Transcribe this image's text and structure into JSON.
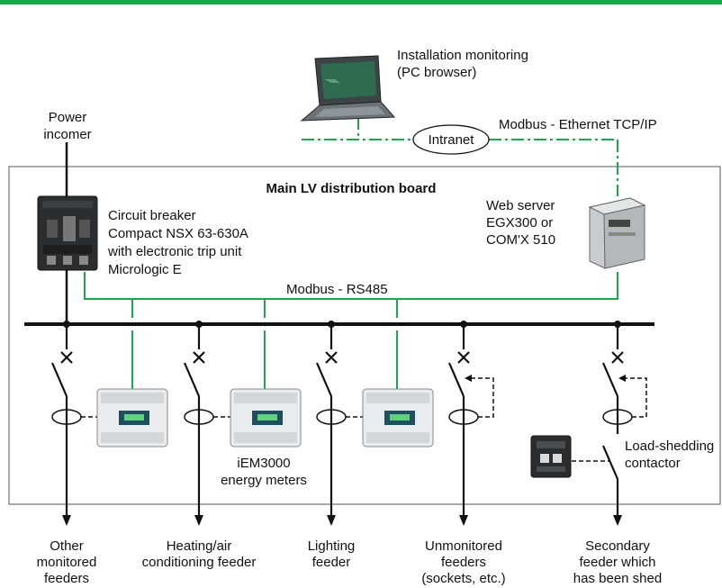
{
  "colors": {
    "accent_green": "#1aa64a",
    "bus_black": "#111111",
    "board_border": "#555555"
  },
  "monitoring": {
    "line1": "Installation monitoring",
    "line2": "(PC browser)"
  },
  "network": {
    "intranet": "Intranet",
    "ethernet_label": "Modbus - Ethernet TCP/IP"
  },
  "power_incomer": {
    "line1": "Power",
    "line2": "incomer"
  },
  "board": {
    "title": "Main LV distribution board",
    "rs485_label": "Modbus - RS485"
  },
  "breaker": {
    "line1": "Circuit breaker",
    "line2": "Compact NSX 63-630A",
    "line3": "with electronic trip unit",
    "line4": "Micrologic E"
  },
  "web_server": {
    "line1": "Web server",
    "line2": "EGX300 or",
    "line3": "COM'X 510"
  },
  "meters": {
    "line1": "iEM3000",
    "line2": "energy meters"
  },
  "contactor": {
    "line1": "Load-shedding",
    "line2": "contactor"
  },
  "feeders": [
    {
      "lines": [
        "Other",
        "monitored",
        "feeders"
      ]
    },
    {
      "lines": [
        "Heating/air",
        "conditioning feeder"
      ]
    },
    {
      "lines": [
        "Lighting",
        "feeder"
      ]
    },
    {
      "lines": [
        "Unmonitored",
        "feeders",
        "(sockets, etc.)"
      ]
    },
    {
      "lines": [
        "Secondary",
        "feeder which",
        "has been shed"
      ]
    }
  ]
}
